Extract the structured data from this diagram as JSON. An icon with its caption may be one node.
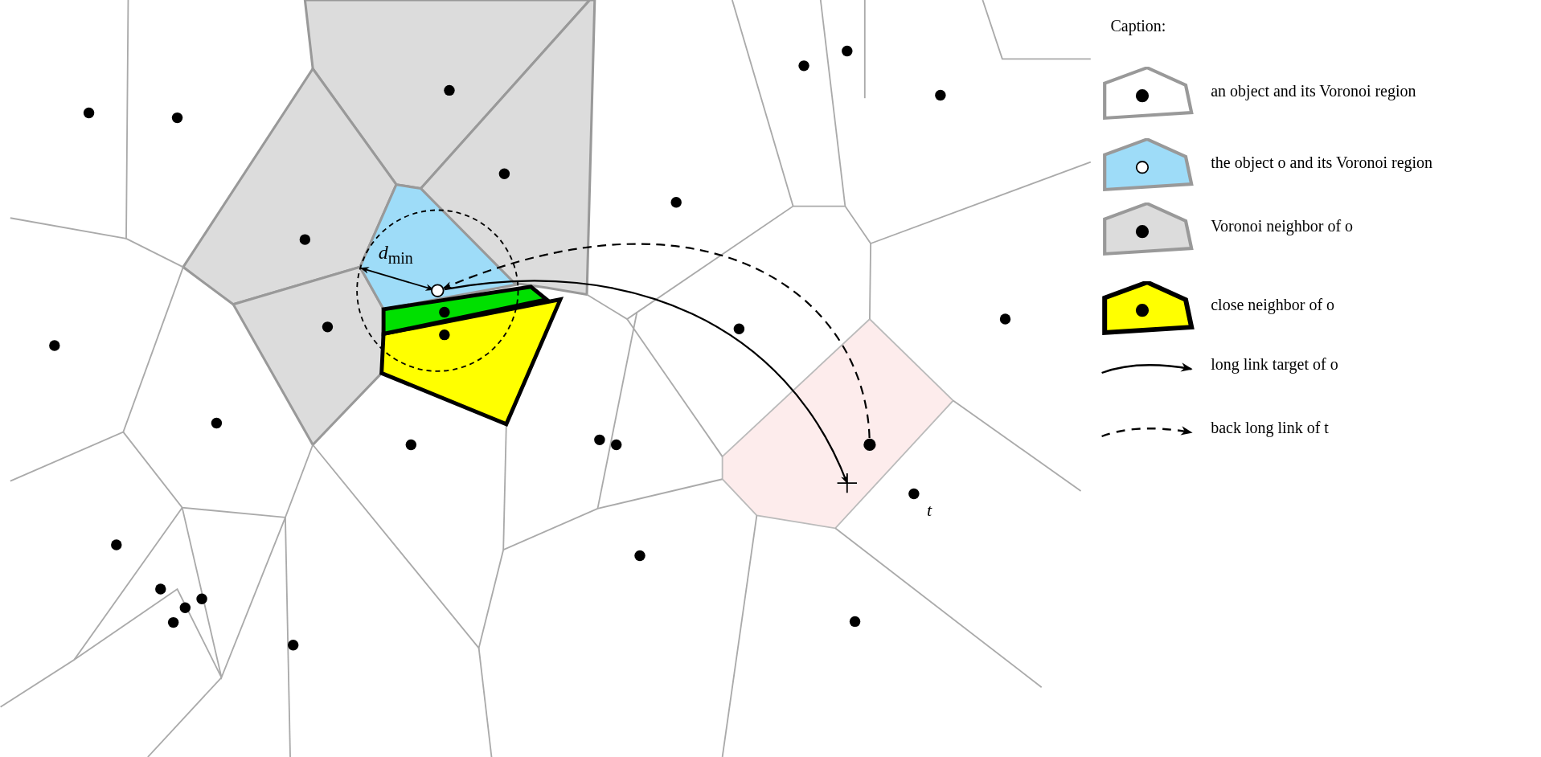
{
  "diagram": {
    "nodes": [
      {
        "text": [],
        "shape": "circle"
      },
      {
        "text": [],
        "shape": "cross"
      },
      {
        "text": [],
        "shape": "circle"
      }
    ],
    "edges": [
      {
        "from": 0,
        "to": 1,
        "arrow": "to"
      },
      {
        "from": 2,
        "to": 0,
        "arrow": "to",
        "style": "dashed"
      }
    ],
    "labels": [
      "*d*$_{min}$",
      "t",
      "Caption:"
    ],
    "legend": [
      {
        "text": "an object and its Voronoi region"
      },
      {
        "text": "the object o  and its Voronoi region",
        "color": "#9edcf8"
      },
      {
        "text": "Voronoi neighbor of o",
        "color": "#dcdcdc"
      },
      {
        "text": "close neighbor of o",
        "color": "#ffff00"
      },
      {
        "text": "long link target of o"
      },
      {
        "text": "back long link of t"
      }
    ]
  }
}
